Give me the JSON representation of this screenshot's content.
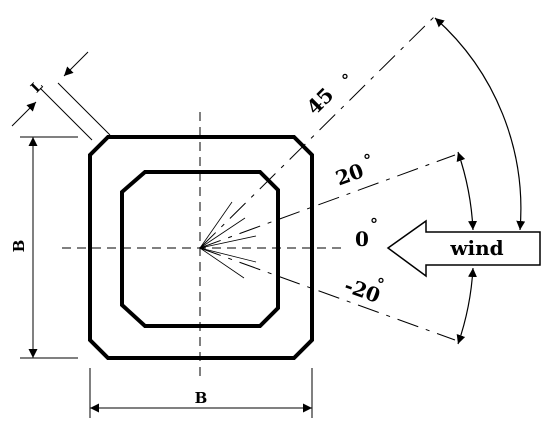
{
  "labels": {
    "dim_b_bottom": "B",
    "dim_b_left": "B",
    "dim_l": "L",
    "angle_45": "45",
    "angle_20": "20",
    "angle_0": "0",
    "angle_neg20": "-20",
    "degree_symbol": "°",
    "wind": "wind"
  },
  "colors": {
    "line": "#000000",
    "background": "#ffffff"
  }
}
